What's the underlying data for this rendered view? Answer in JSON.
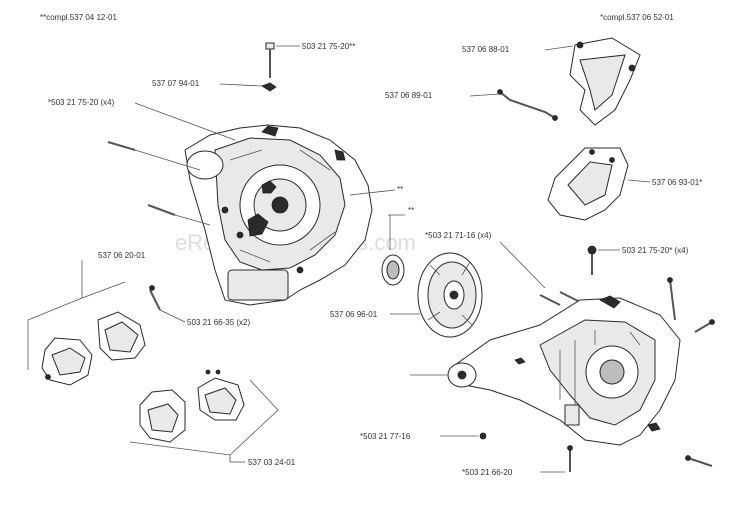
{
  "labels": {
    "header_left": "**compl.537 04 12-01",
    "header_right": "*compl.537 06 52-01",
    "screw_top": "503 21 75-20**",
    "nut_top": "537 07 94-01",
    "screw_left": "*503 21 75-20 (x4)",
    "bracket_top": "537 06 88-01",
    "spring": "537 06 89-01",
    "cover_right": "537 06 93-01*",
    "star": "**",
    "dash": "**",
    "screw_mid": "*503 21 71-16 (x4)",
    "bracket_left": "537 06 20-01",
    "screw_right": "503 21 75-20* (x4)",
    "flywheel": "537 06 96-01",
    "screw_small": "503 21 66-35 (x2)",
    "pin": "*503 21 77-16",
    "screw_bottom": "*503 21 66-20",
    "cover_bottom": "537 03 24-01"
  },
  "watermark": "eReplacementParts.com"
}
